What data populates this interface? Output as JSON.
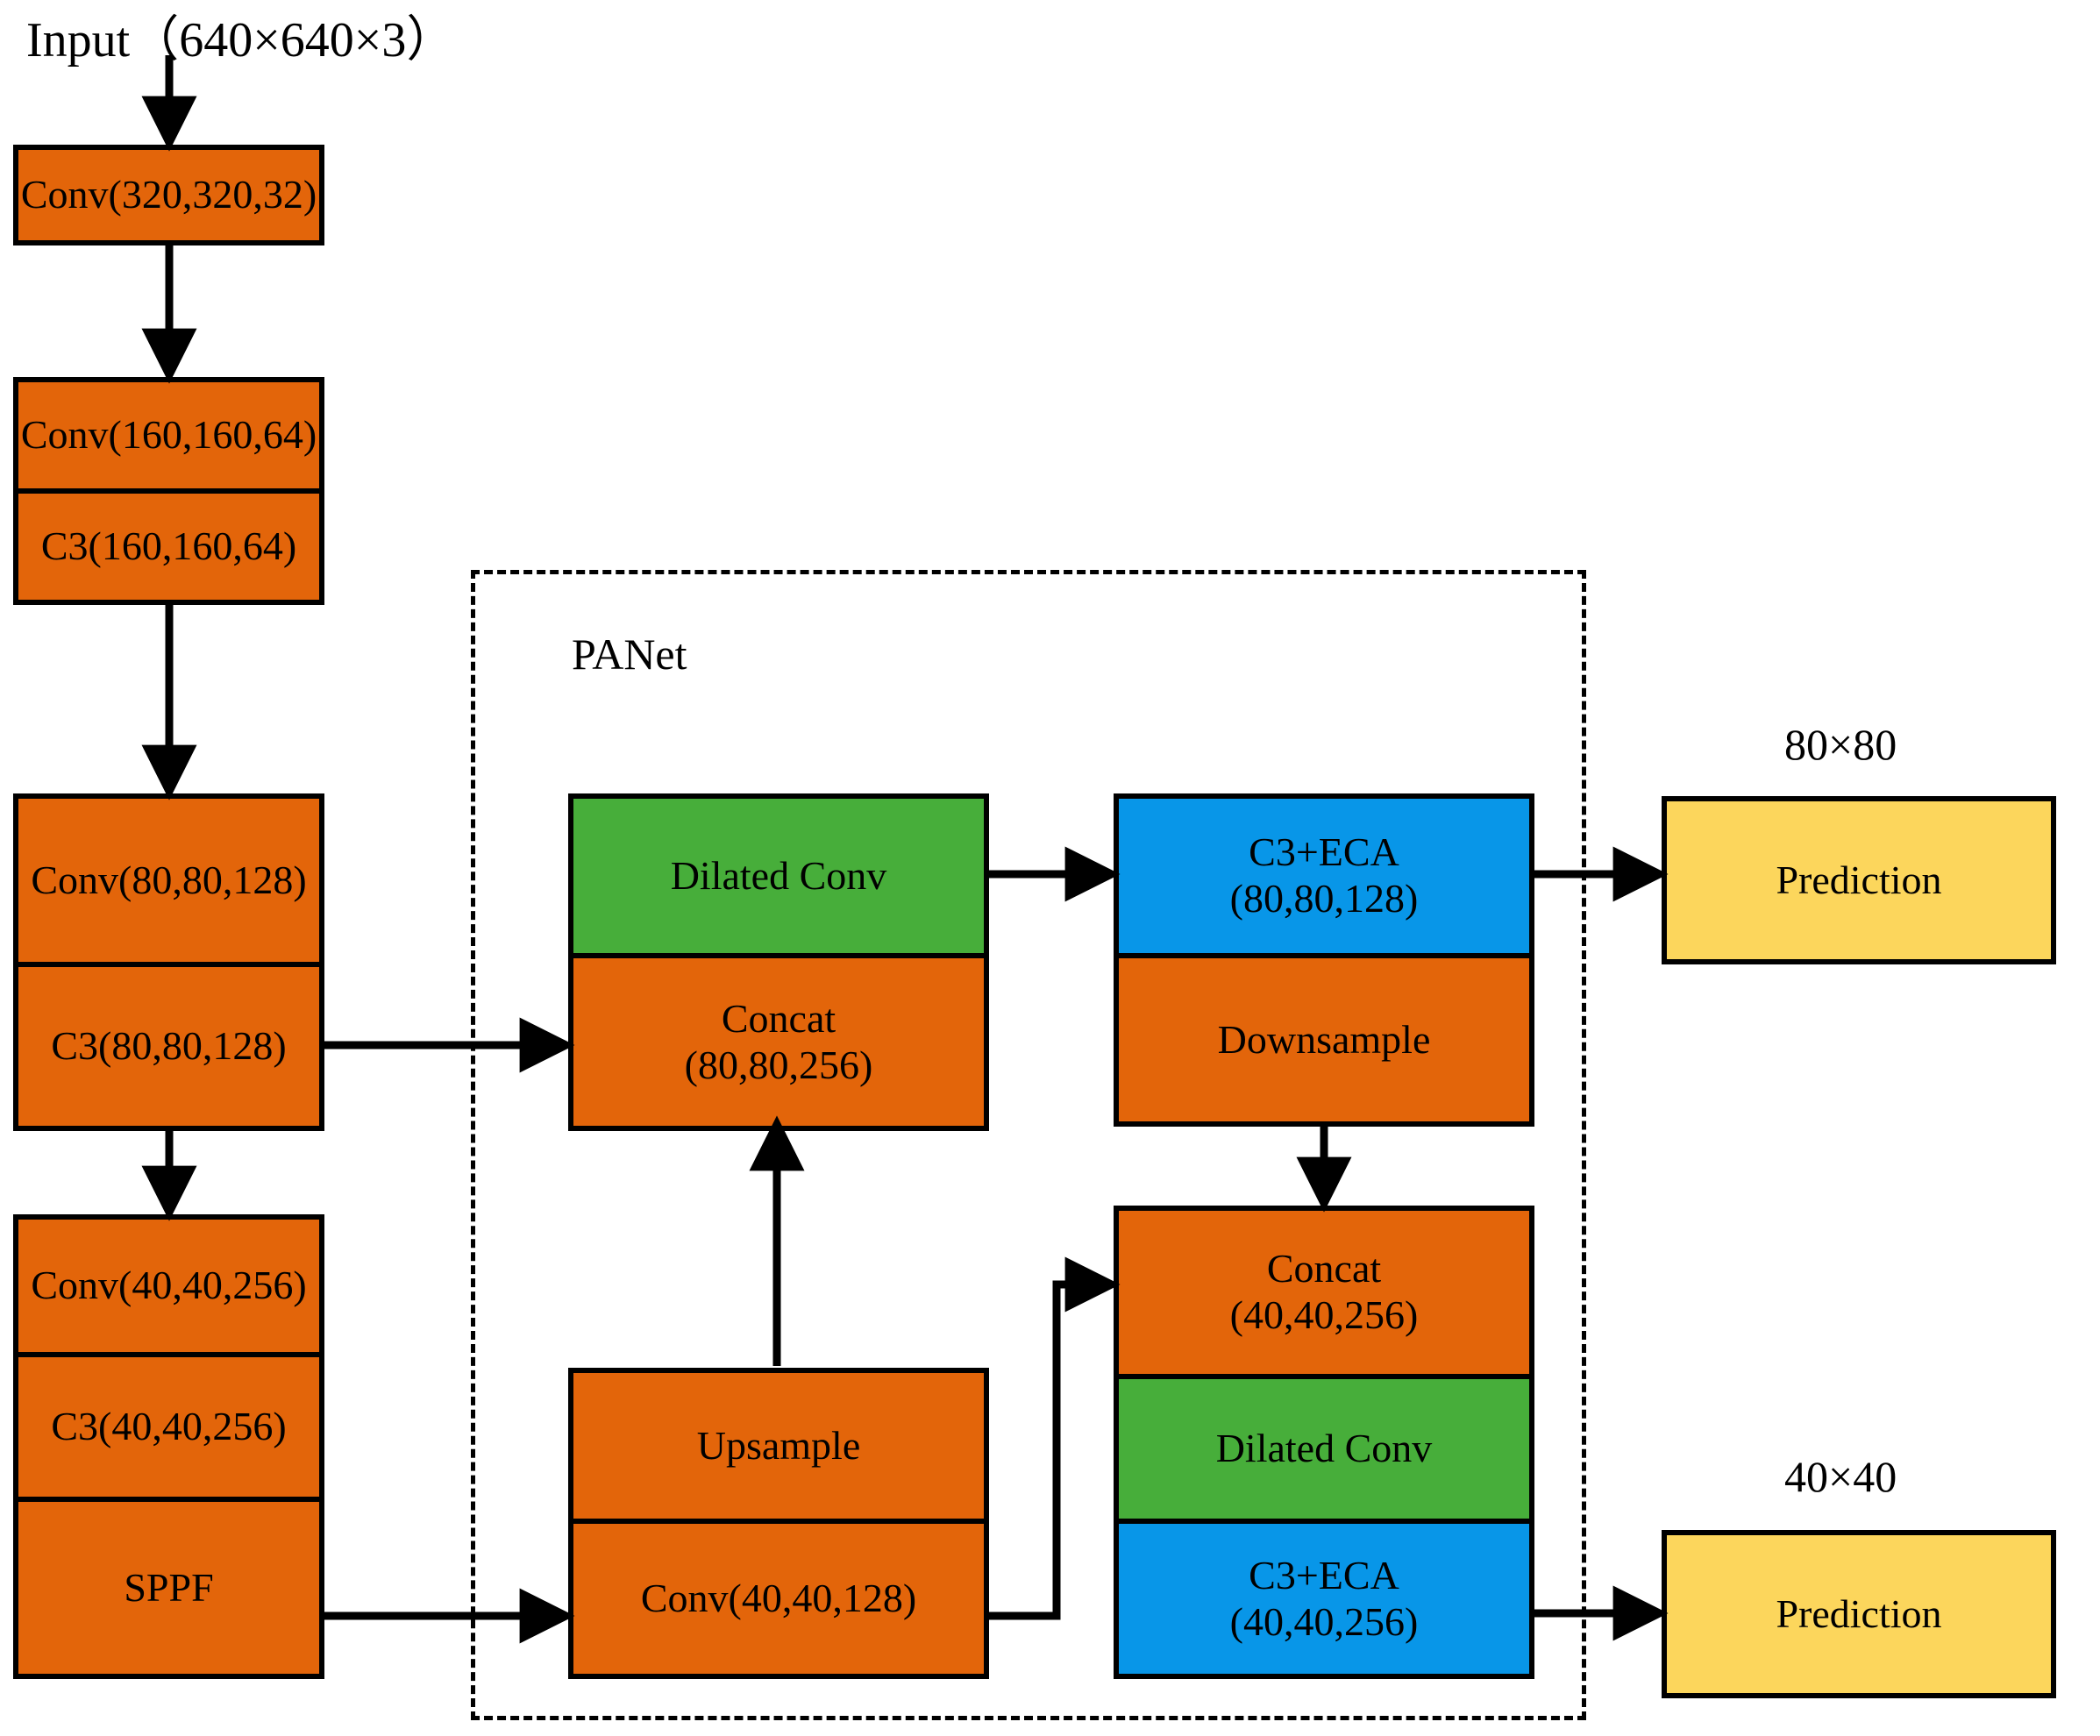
{
  "diagram": {
    "title": "Input（640×640×3）",
    "panet_label": "PANet",
    "colors": {
      "orange": "#E3650A",
      "green": "#47AE3A",
      "blue": "#0896E8",
      "yellow": "#FCD65C",
      "stroke": "#000000",
      "background": "#FFFFFF"
    },
    "backbone": [
      {
        "id": "conv-320",
        "label": "Conv(320,320,32)",
        "color": "orange"
      },
      {
        "id": "conv-160",
        "label": "Conv(160,160,64)",
        "color": "orange"
      },
      {
        "id": "c3-160",
        "label": "C3(160,160,64)",
        "color": "orange"
      },
      {
        "id": "conv-80",
        "label": "Conv(80,80,128)",
        "color": "orange"
      },
      {
        "id": "c3-80",
        "label": "C3(80,80,128)",
        "color": "orange"
      },
      {
        "id": "conv-40",
        "label": "Conv(40,40,256)",
        "color": "orange"
      },
      {
        "id": "c3-40",
        "label": "C3(40,40,256)",
        "color": "orange"
      },
      {
        "id": "sppf",
        "label": "SPPF",
        "color": "orange"
      }
    ],
    "panet": {
      "upper_mid": [
        {
          "id": "dilated-conv-top",
          "label": "Dilated Conv",
          "color": "green"
        },
        {
          "id": "concat-80",
          "label": "Concat\n(80,80,256)",
          "color": "orange"
        }
      ],
      "upper_right": [
        {
          "id": "c3eca-80",
          "label": "C3+ECA\n(80,80,128)",
          "color": "blue"
        },
        {
          "id": "downsample",
          "label": "Downsample",
          "color": "orange"
        }
      ],
      "lower_mid": [
        {
          "id": "upsample",
          "label": "Upsample",
          "color": "orange"
        },
        {
          "id": "conv-40-128",
          "label": "Conv(40,40,128)",
          "color": "orange"
        }
      ],
      "lower_right": [
        {
          "id": "concat-40",
          "label": "Concat\n(40,40,256)",
          "color": "orange"
        },
        {
          "id": "dilated-conv-bottom",
          "label": "Dilated Conv",
          "color": "green"
        },
        {
          "id": "c3eca-40",
          "label": "C3+ECA\n(40,40,256)",
          "color": "blue"
        }
      ]
    },
    "outputs": [
      {
        "id": "pred-80",
        "scale_label": "80×80",
        "label": "Prediction",
        "color": "yellow"
      },
      {
        "id": "pred-40",
        "scale_label": "40×40",
        "label": "Prediction",
        "color": "yellow"
      }
    ]
  }
}
